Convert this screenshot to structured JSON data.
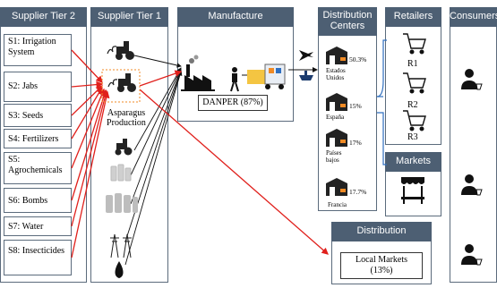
{
  "supplier_tier2": {
    "header": "Supplier Tier 2",
    "items": [
      {
        "label": "S1: Irrigation System"
      },
      {
        "label": "S2: Jabs"
      },
      {
        "label": "S3: Seeds"
      },
      {
        "label": "S4: Fertilizers"
      },
      {
        "label": "S5: Agrochemicals"
      },
      {
        "label": "S6: Bombs"
      },
      {
        "label": "S7: Water"
      },
      {
        "label": "S8: Insecticides"
      }
    ]
  },
  "supplier_tier1": {
    "header": "Supplier Tier 1",
    "product_label": "Asparagus Production"
  },
  "manufacture": {
    "header": "Manufacture",
    "company": "DANPER (87%)"
  },
  "distribution_centers": {
    "header": "Distribution Centers",
    "items": [
      {
        "name": "Estados Unidos",
        "share": "50.3%"
      },
      {
        "name": "España",
        "share": "15%"
      },
      {
        "name": "Países bajos",
        "share": "17%"
      },
      {
        "name": "Francia",
        "share": "17.7%"
      }
    ]
  },
  "retailers": {
    "header": "Retailers",
    "items": [
      "R1",
      "R2",
      "R3"
    ]
  },
  "markets": {
    "header": "Markets"
  },
  "consumers": {
    "header": "Consumers"
  },
  "distribution": {
    "header": "Distribution",
    "local": "Local Markets (13%)"
  },
  "colors": {
    "header_bg": "#4d5f73",
    "border": "#5b6b7c",
    "arrow_red": "#e0201c",
    "arrow_black": "#111111",
    "highlight": "#f08a24"
  }
}
